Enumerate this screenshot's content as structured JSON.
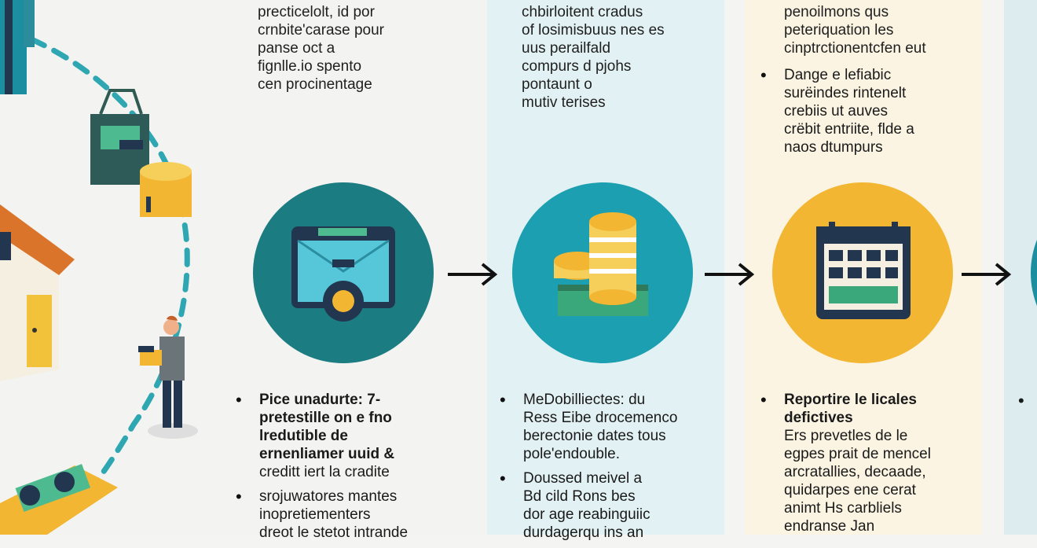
{
  "columns": [
    {
      "top_text": [
        "precticelolt, id por",
        "crnbite'carase pour",
        "panse oct a",
        "fignlle.io spento",
        "cen procinentage"
      ],
      "bullets": [
        {
          "bold": true,
          "lines": [
            "Pice unadurte: 7-",
            "pretestille on e fno",
            "lredutible de",
            "ernenliamer uuid &"
          ],
          "normal": [
            "creditt iert la cradite"
          ]
        },
        {
          "bold": false,
          "lines": [
            "srojuwatores mantes",
            "inopretiementers",
            "dreot le stetot intrande"
          ]
        }
      ]
    },
    {
      "top_text": [
        "chbirloitent cradus",
        "of losimisbuus nes es",
        "uus perailfald",
        "compurs d pjohs",
        "pontaunt o",
        "mutiv terises"
      ],
      "bullets": [
        {
          "bold": false,
          "lines": [
            "MeDobilliectes: du",
            "Ress Eibe drocemenco",
            "berectonie dates tous",
            "pole'endouble."
          ]
        },
        {
          "bold": false,
          "lines": [
            "Doussed meivel a",
            "Bd cild Rons bes",
            "dor age reabinguiic",
            "durdagerqu ins an"
          ]
        }
      ]
    },
    {
      "top_text": [
        "penoilmons qus",
        "peteriquation les",
        "cinptrctionentcfen eut"
      ],
      "top_bullet": [
        "Dange e lefiabic",
        "surëindes rintenelt",
        "crebiis ut auves",
        "crëbit entriite, flde a",
        "naos dtumpurs"
      ],
      "bullets": [
        {
          "bold": true,
          "lines": [
            "Reportire le licales",
            "defictives"
          ],
          "normal": [
            "Ers prevetles de le",
            "egpes prait de mencel",
            "arcratallies, decaade,",
            "quidarpes ene cerat",
            "animt Hs carbliels",
            "endranse Jan"
          ]
        }
      ]
    }
  ],
  "colors": {
    "circle1": "#1b7c82",
    "circle2": "#1c9fb0",
    "circle3": "#f2b632",
    "navy": "#23364f",
    "gold": "#f4c23a",
    "green": "#3aa87a",
    "roof": "#d9742a"
  },
  "icons": [
    "house-icon",
    "shopping-bag-icon",
    "coin-pot-icon",
    "businessman-icon",
    "money-bundle-icon",
    "monitor-card-icon",
    "coin-stack-icon",
    "calendar-icon",
    "arrow-right-icon"
  ]
}
